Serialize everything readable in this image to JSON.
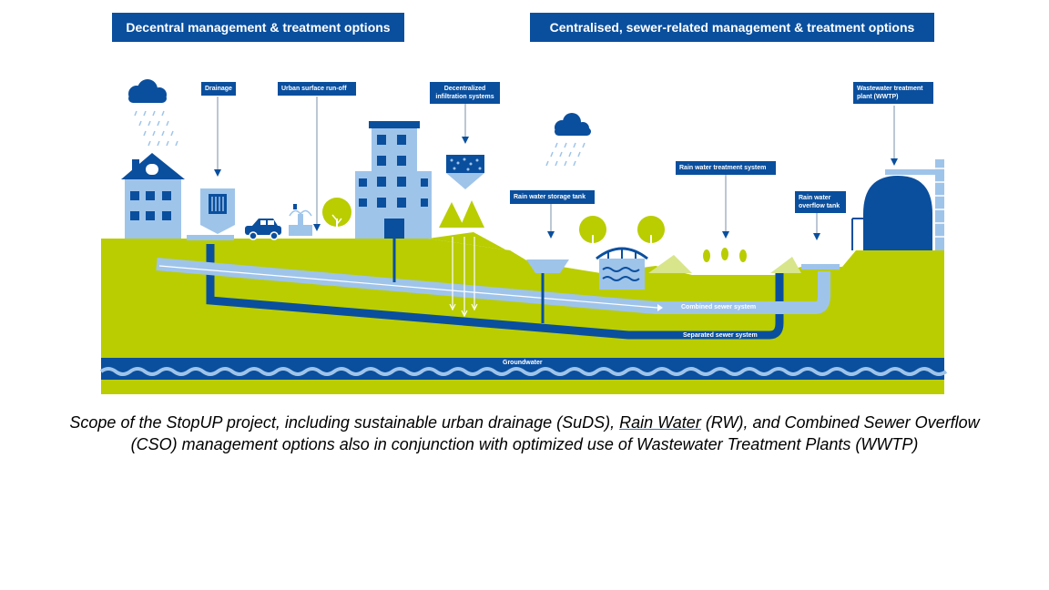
{
  "headers": {
    "decentral": "Decentral management & treatment options",
    "central": "Centralised, sewer-related management & treatment options"
  },
  "labels": {
    "drainage": "Drainage",
    "runoff": "Urban surface run-off",
    "infiltration_1": "Decentralized",
    "infiltration_2": "infiltration systems",
    "storage": "Rain water storage tank",
    "rw_treatment": "Rain water treatment system",
    "overflow_1": "Rain water",
    "overflow_2": "overflow tank",
    "wwtp_1": "Wastewater treatment",
    "wwtp_2": "plant (WWTP)",
    "combined": "Combined sewer system",
    "separated": "Separated sewer system",
    "groundwater": "Groundwater"
  },
  "caption": {
    "part1": "Scope of the StopUP project, including sustainable urban drainage (SuDS), ",
    "rw_link": "Rain Water",
    "part2": " (RW), and Combined Sewer Overflow",
    "line2": "(CSO) management options also in conjunction with optimized use of Wastewater Treatment Plants (WWTP)"
  },
  "colors": {
    "navy": "#0a4f9e",
    "ground_green": "#b9cd00",
    "light_blue": "#9fc4ea",
    "pale_green": "#d8e58a",
    "gray_arrow": "#7a8fa8"
  }
}
